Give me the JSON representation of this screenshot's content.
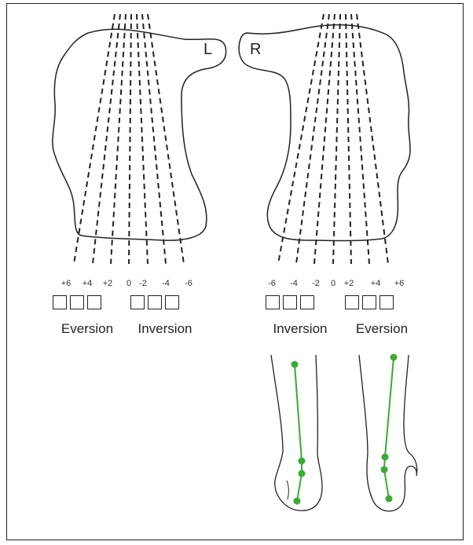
{
  "colors": {
    "line": "#222222",
    "alignment": "#3aaa35"
  },
  "left_foot": {
    "side_label": "L",
    "ticks": [
      "+6",
      "+4",
      "+2",
      "0",
      "-2",
      "-4",
      "-6"
    ],
    "eversion_label": "Eversion",
    "inversion_label": "Inversion",
    "checkbox_groups": [
      {
        "group": "Eversion",
        "count": 3
      },
      {
        "group": "Inversion",
        "count": 3
      }
    ]
  },
  "right_foot": {
    "side_label": "R",
    "ticks": [
      "-6",
      "-4",
      "-2",
      "0",
      "+2",
      "+4",
      "+6"
    ],
    "inversion_label": "Inversion",
    "eversion_label": "Eversion",
    "checkbox_groups": [
      {
        "group": "Inversion",
        "count": 3
      },
      {
        "group": "Eversion",
        "count": 3
      }
    ]
  },
  "icons": [
    "left-foot-outline-icon",
    "right-foot-outline-icon",
    "left-leg-alignment-icon",
    "right-leg-alignment-icon"
  ]
}
